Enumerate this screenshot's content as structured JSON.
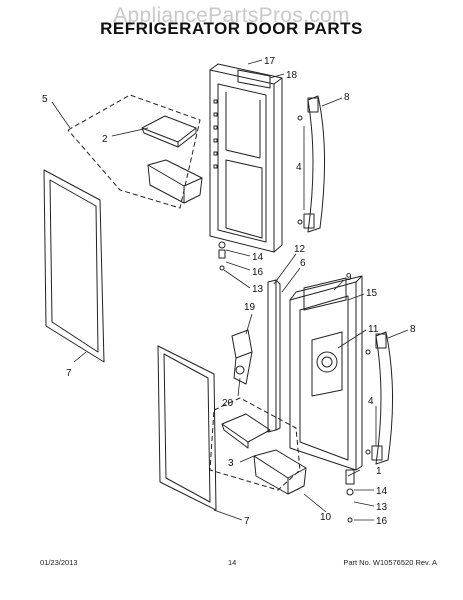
{
  "watermark": "AppliancePartsPros.com",
  "title": "REFRIGERATOR DOOR PARTS",
  "callouts": {
    "c17": "17",
    "c18": "18",
    "c5": "5",
    "c8a": "8",
    "c2": "2",
    "c4a": "4",
    "c14a": "14",
    "c16a": "16",
    "c13a": "13",
    "c12": "12",
    "c6": "6",
    "c9": "9",
    "c15": "15",
    "c19": "19",
    "c11": "11",
    "c8b": "8",
    "c7a": "7",
    "c20": "20",
    "c4b": "4",
    "c3": "3",
    "c1": "1",
    "c14b": "14",
    "c10": "10",
    "c13b": "13",
    "c16b": "16",
    "c7b": "7"
  },
  "footer": {
    "date": "01/23/2013",
    "page": "14",
    "part_no": "Part No. W10576520  Rev. A"
  }
}
